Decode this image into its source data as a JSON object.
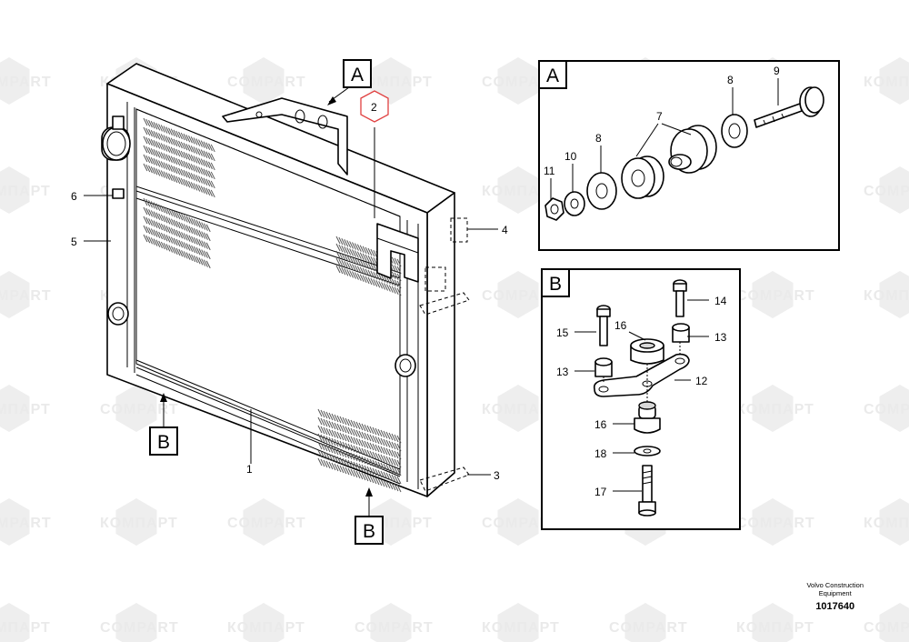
{
  "watermark": {
    "brand_latin": "COMPART",
    "brand_cyrillic": "КОМПАРТ"
  },
  "main_view": {
    "callouts": [
      {
        "id": "main-callout-A",
        "label": "A"
      },
      {
        "id": "main-callout-B-left",
        "label": "B"
      },
      {
        "id": "main-callout-B-bottom",
        "label": "B"
      }
    ],
    "part_numbers": [
      "1",
      "2",
      "3",
      "4",
      "5",
      "6"
    ]
  },
  "detail_a": {
    "label": "A",
    "part_numbers": [
      "7",
      "8",
      "8",
      "9",
      "10",
      "11"
    ]
  },
  "detail_b": {
    "label": "B",
    "part_numbers": [
      "12",
      "13",
      "13",
      "14",
      "15",
      "16",
      "16",
      "17",
      "18"
    ]
  },
  "footer": {
    "company": "Volvo Construction",
    "company_line2": "Equipment",
    "drawing_number": "1017640"
  },
  "highlight_color": "#e04040"
}
